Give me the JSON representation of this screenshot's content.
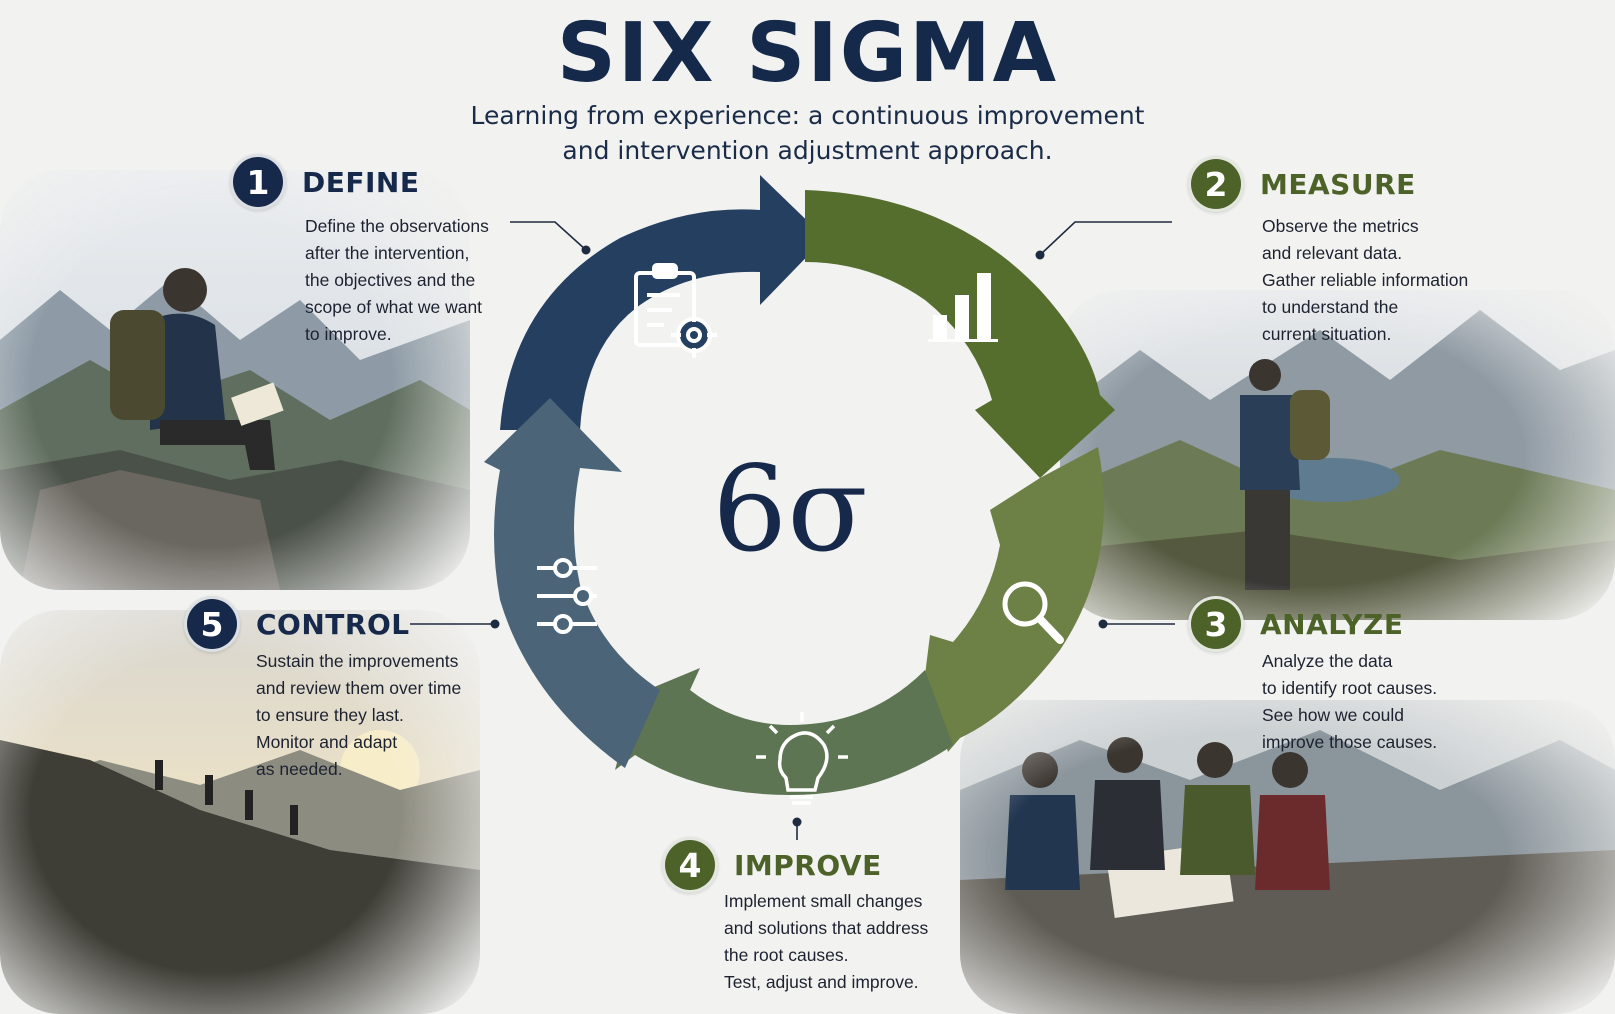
{
  "title": "SIX SIGMA",
  "subtitle": {
    "line1": "Learning from experience: a continuous improvement",
    "line2": "and intervention adjustment approach."
  },
  "center_symbol": "6σ",
  "colors": {
    "navy": "#16294a",
    "green": "#4d6228",
    "arrow_define": "#253f60",
    "arrow_measure": "#556e2e",
    "arrow_analyze": "#6d8147",
    "arrow_improve": "#5e7553",
    "arrow_control": "#4b6478"
  },
  "steps": [
    {
      "number": "1",
      "title": "DEFINE",
      "icon": "clipboard-target-icon",
      "lines": [
        "Define the observations",
        "after the intervention,",
        "the objectives and the",
        "scope of what we want",
        "to improve."
      ]
    },
    {
      "number": "2",
      "title": "MEASURE",
      "icon": "bar-chart-icon",
      "lines": [
        "Observe the metrics",
        "and relevant data.",
        "Gather reliable information",
        "to understand the",
        "current situation."
      ]
    },
    {
      "number": "3",
      "title": "ANALYZE",
      "icon": "magnifier-icon",
      "lines": [
        "Analyze the data",
        "to identify root causes.",
        "See how we could",
        "improve those causes."
      ]
    },
    {
      "number": "4",
      "title": "IMPROVE",
      "icon": "lightbulb-icon",
      "lines": [
        "Implement small changes",
        "and solutions that address",
        "the root causes.",
        "Test, adjust and improve."
      ]
    },
    {
      "number": "5",
      "title": "CONTROL",
      "icon": "sliders-icon",
      "lines": [
        "Sustain the improvements",
        "and review them over time",
        "to ensure they last.",
        "Monitor and adapt",
        "as needed."
      ]
    }
  ]
}
